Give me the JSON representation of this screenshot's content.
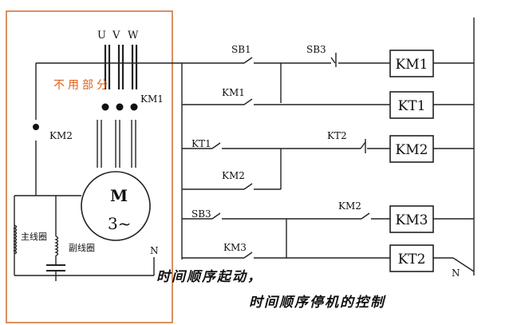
{
  "colors": {
    "frame": "#d0743a",
    "note": "#e0601c",
    "ink": "#111111"
  },
  "highlight_note": "不用部分",
  "supply": {
    "phases": [
      "U",
      "V",
      "W"
    ],
    "neutral_left": "N",
    "neutral_right": "N"
  },
  "motor": {
    "symbol": "M",
    "phases": "3~"
  },
  "windings": {
    "main": "主线圈",
    "aux": "副线圈"
  },
  "contacts": {
    "km1_main": "KM1",
    "km2_left": "KM2",
    "sb1": "SB1",
    "sb3_top": "SB3",
    "km1_aux": "KM1",
    "kt1": "KT1",
    "kt2": "KT2",
    "km2_a": "KM2",
    "sb3_b": "SB3",
    "km2_b": "KM2",
    "km3": "KM3"
  },
  "coils": [
    "KM1",
    "KT1",
    "KM2",
    "KM3",
    "KT2"
  ],
  "captions": {
    "line1": "时间顺序起动，",
    "line2": "时间顺序停机的控制"
  }
}
